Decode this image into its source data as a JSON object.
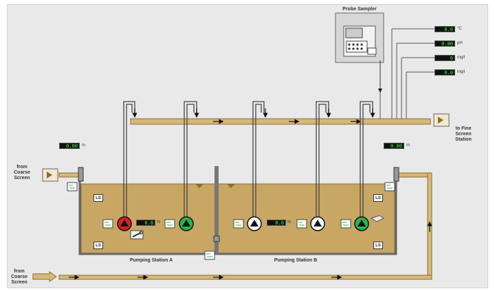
{
  "title": "Probe Sampler",
  "labels": {
    "from_coarse_top": "from Coarse Screen",
    "from_coarse_bottom": "from Coarse Screen",
    "to_fine": "to Fine Screen Station",
    "station_a": "Pumping Station A",
    "station_b": "Pumping Station B",
    "level_switch": "LS"
  },
  "readouts": {
    "temperature": {
      "value": "0.0",
      "unit": "°C"
    },
    "ph": {
      "value": "0.00",
      "unit": "pH"
    },
    "mgl_1": {
      "value": "0",
      "unit": "mg/l"
    },
    "mgl_2": {
      "value": "0.0",
      "unit": "mg/l"
    },
    "level_a": {
      "value": "0.00",
      "unit": "m"
    },
    "level_b": {
      "value": "0.00",
      "unit": "m"
    },
    "speed_a": {
      "value": "0.0",
      "unit": "%"
    },
    "speed_b": {
      "value": "0.0",
      "unit": "%"
    }
  },
  "pump_states": [
    "fault",
    "running",
    "off",
    "off",
    "running"
  ],
  "colors": {
    "water": "#c8a664",
    "pipe": "#d7b877",
    "pipe_edge": "#8a6a32",
    "running": "#2bb24c",
    "fault": "#d62020",
    "off": "#ffffff"
  }
}
